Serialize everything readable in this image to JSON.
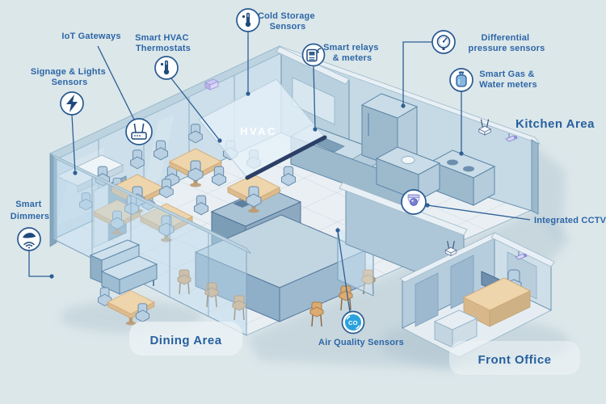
{
  "scene": {
    "background": "#dce7ea",
    "type": "isometric-smart-restaurant-diagram"
  },
  "room_labels": {
    "dining": "Dining Area",
    "kitchen": "Kitchen Area",
    "front_office": "Front Office",
    "hvac": "HVAC"
  },
  "callouts": [
    {
      "id": "signage_lights",
      "icon": "lightning-icon",
      "lines": [
        "Signage & Lights",
        "Sensors"
      ]
    },
    {
      "id": "iot_gateways",
      "icon": "router-icon",
      "lines": [
        "IoT Gateways"
      ]
    },
    {
      "id": "hvac_thermostats",
      "icon": "thermometer-icon",
      "lines": [
        "Smart HVAC",
        "Thermostats"
      ]
    },
    {
      "id": "cold_storage",
      "icon": "thermometer-icon",
      "lines": [
        "Cold Storage",
        "Sensors"
      ]
    },
    {
      "id": "smart_relays",
      "icon": "relay-meter-icon",
      "lines": [
        "Smart relays",
        "& meters"
      ]
    },
    {
      "id": "differential_pressure",
      "icon": "gauge-icon",
      "lines": [
        "Differential",
        "pressure sensors"
      ]
    },
    {
      "id": "gas_water",
      "icon": "gas-cylinder-icon",
      "lines": [
        "Smart Gas &",
        "Water meters"
      ]
    },
    {
      "id": "integrated_cctv",
      "icon": "cctv-dome-icon",
      "lines": [
        "Integrated CCTV"
      ]
    },
    {
      "id": "air_quality",
      "icon": "co2-icon",
      "lines": [
        "Air Quality Sensors"
      ],
      "badge_text": "CO"
    },
    {
      "id": "smart_dimmers",
      "icon": "dimmer-icon",
      "lines": [
        "Smart",
        "Dimmers"
      ]
    }
  ],
  "colors": {
    "background": "#dce7ea",
    "label_text": "#2d66a6",
    "room_label_text": "#28609f",
    "callout_line": "#2e5f94",
    "icon_navy": "#1f4a7e",
    "air_quality_fill": "#2aa2de",
    "hvac_edge": "#2b3f66",
    "glass_wall": "#bad8ea",
    "wall": "#b6cddd",
    "table_top": "#eed5ab",
    "chair": "#b9d0e2",
    "stool_seat": "#dcab72"
  }
}
